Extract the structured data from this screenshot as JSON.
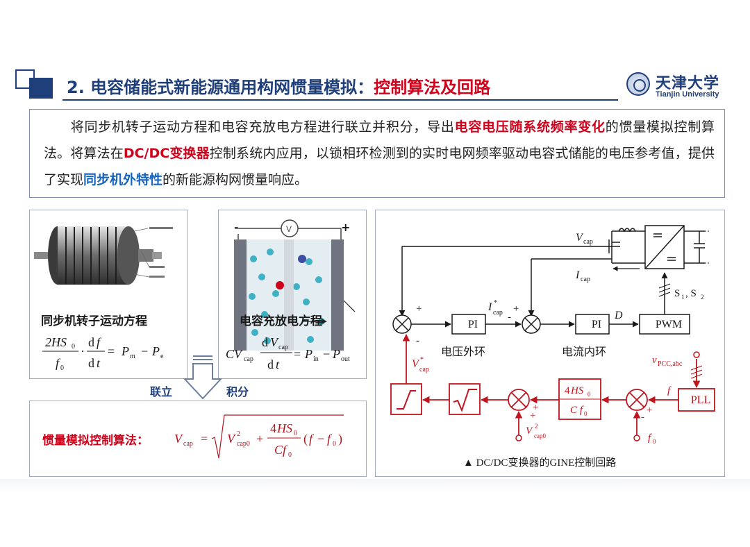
{
  "header": {
    "title_prefix": "2. 电容储能式新能源通用构网惯量模拟：",
    "title_highlight": "控制算法及回路",
    "university_cn": "天津大学",
    "university_en": "Tianjin University"
  },
  "intro": {
    "p1": "将同步机转子运动方程和电容充放电方程进行联立并积分，导出",
    "h1": "电容电压随系统频率变化",
    "p2": "的惯量模拟控制算法。将算法在",
    "h2": "DC/DC变换器",
    "p3": "控制系统内应用，以锁相环检测到的实时电网频率驱动电容式储能的电压参考值，提供了实现",
    "h3": "同步机外特性",
    "p4": "的新能源构网惯量响应。"
  },
  "left_panel": {
    "label": "同步机转子运动方程"
  },
  "mid_panel": {
    "label": "电容充放电方程"
  },
  "links": {
    "combine": "联立",
    "integrate": "积分"
  },
  "bottom_panel": {
    "label": "惯量模拟控制算法："
  },
  "diagram": {
    "pi1": "PI",
    "pi2": "PI",
    "pwm": "PWM",
    "pll": "PLL",
    "outer_loop": "电压外环",
    "inner_loop": "电流内环",
    "switches": "S",
    "caption": "▲ DC/DC变换器的GINE控制回路"
  },
  "colors": {
    "primary": "#1f3f7a",
    "highlight_red": "#d0021b",
    "highlight_blue": "#1565c0",
    "diagram_red": "#c0141e"
  }
}
